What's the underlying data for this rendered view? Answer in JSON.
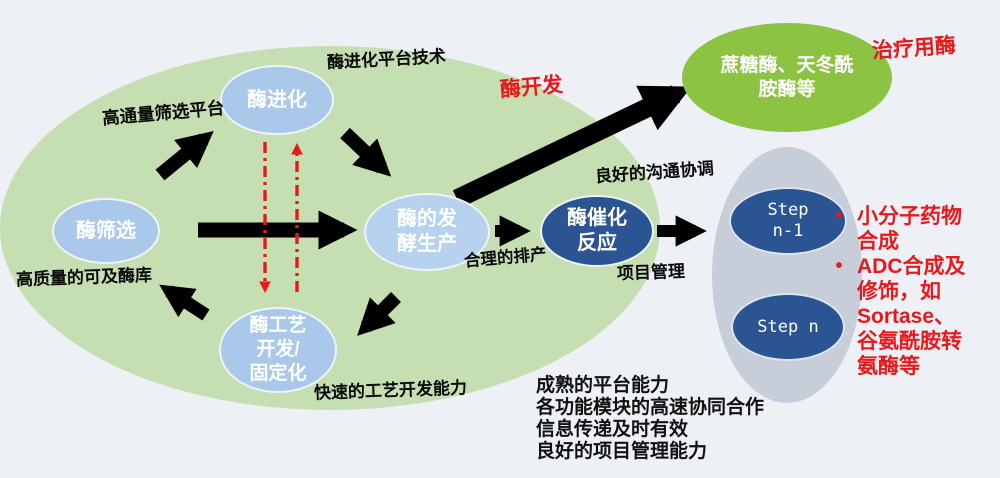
{
  "platform": {
    "nodes": {
      "evolution": "酶进化",
      "screening": "酶筛选",
      "fermentation": "酶的发\n酵生产",
      "process_dev": "酶工艺\n开发/\n固定化",
      "catalysis": "酶催化\n反应"
    },
    "annotations": {
      "platform_tech": "酶进化平台技术",
      "high_throughput": "高通量筛选平台",
      "enzyme_library": "高质量的可及酶库",
      "rapid_process": "快速的工艺开发能力",
      "scheduling": "合理的排产",
      "communication": "良好的沟通协调",
      "project_mgmt": "项目管理",
      "enzyme_dev": "酶开发"
    }
  },
  "therapeutic": {
    "label": "治疗用酶",
    "examples": "蔗糖酶、天冬酰\n胺酶等"
  },
  "process_steps": {
    "step_n_minus_1": "Step\nn-1",
    "step_n": "Step n"
  },
  "applications": {
    "bullet": "•",
    "items": [
      "小分子药物\n合成",
      "ADC合成及\n修饰，如\nSortase、\n谷氨酰胺转\n氨酶等"
    ]
  },
  "capabilities": {
    "lines": "成熟的平台能力\n各功能模块的高速协同合作\n信息传递及时有效\n良好的项目管理能力"
  },
  "colors": {
    "background": "#edf1f5",
    "platform_ellipse": "#c5deb2",
    "node_blue": "#a9c8ea",
    "fermentation_blue": "#b7d2ee",
    "dark_blue": "#2b5493",
    "therapeutic_green": "#8cc342",
    "steps_gray": "#c7cdd9",
    "accent_red": "#e8191d",
    "arrow_black": "#000000"
  }
}
